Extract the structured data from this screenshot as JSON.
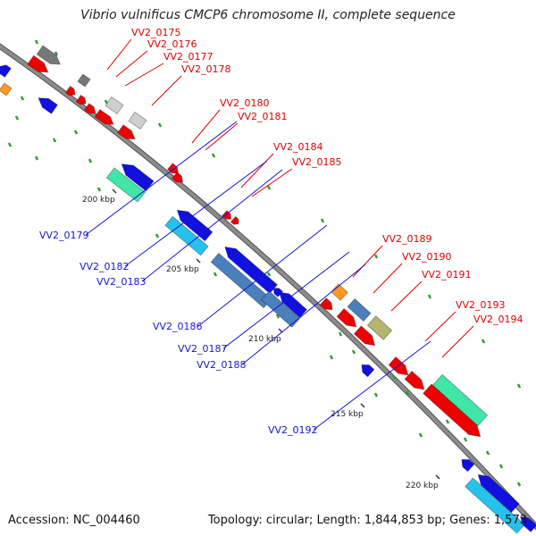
{
  "title": "Vibrio vulnificus CMCP6 chromosome II, complete sequence",
  "accession": "Accession: NC_004460",
  "topology": "Topology: circular; Length: 1,844,853 bp; Genes: 1,573",
  "colors": {
    "backbone": "#8c8c8c",
    "tick": "#2e9e2e",
    "label_forward": "#e00000",
    "label_reverse": "#1515d6",
    "red": "#ee0000",
    "blue": "#1010e0",
    "gray": "#777777",
    "lightgray": "#cfcfcf",
    "orange": "#ff9922",
    "steelblue": "#4a80bc",
    "skyblue": "#26c2ec",
    "mint": "#3fe6a8",
    "olive": "#b4b470"
  },
  "kbp_ticks": [
    "200 kbp",
    "205 kbp",
    "210 kbp",
    "215 kbp",
    "220 kbp"
  ],
  "labels_forward": [
    "VV2_0175",
    "VV2_0176",
    "VV2_0177",
    "VV2_0178",
    "VV2_0180",
    "VV2_0181",
    "VV2_0184",
    "VV2_0185",
    "VV2_0189",
    "VV2_0190",
    "VV2_0191",
    "VV2_0193",
    "VV2_0194"
  ],
  "labels_reverse": [
    "VV2_0179",
    "VV2_0182",
    "VV2_0183",
    "VV2_0186",
    "VV2_0187",
    "VV2_0188",
    "VV2_0192"
  ]
}
